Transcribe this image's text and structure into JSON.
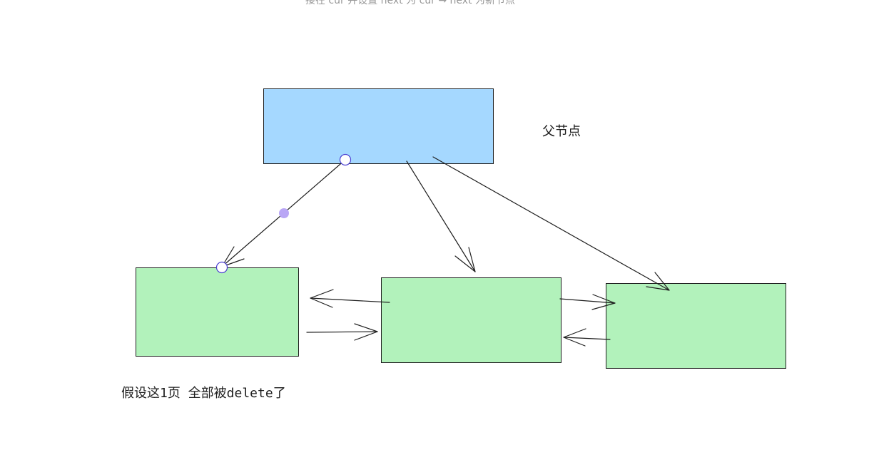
{
  "colors": {
    "parent_fill": "#a5d8ff",
    "child_fill": "#b2f2bb",
    "stroke": "#1e1e1e",
    "handle_stroke": "#4a3fd1",
    "handle_dot": "#b9a6f5",
    "caption_color": "#999999"
  },
  "header": {
    "caption": "接在 cur 并设置 next 为 cur → next 为新节点"
  },
  "nodes": {
    "parent_label": "父节点",
    "note": "假设这1页 全部被delete了"
  }
}
